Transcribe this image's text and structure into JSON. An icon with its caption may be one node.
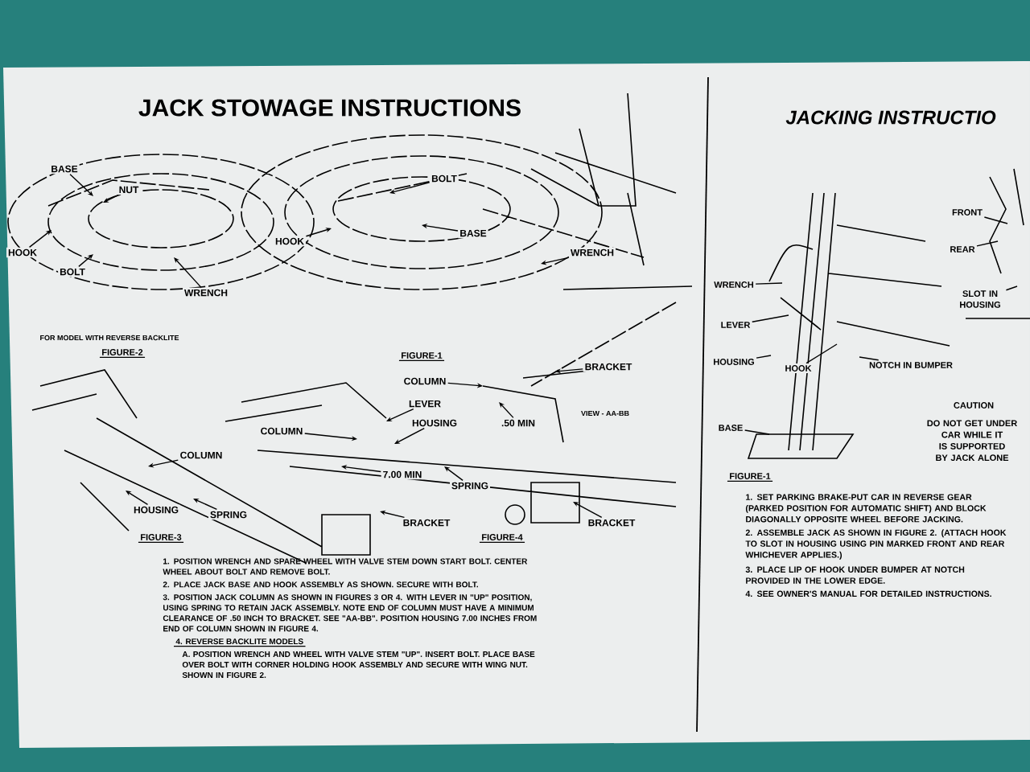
{
  "diagram": {
    "title": "JACK STOWAGE INSTRUCTIONS",
    "nodes": [
      {
        "text": [
          "BASE"
        ]
      },
      {
        "text": [
          "NUT"
        ]
      },
      {
        "text": [
          "HOOK"
        ]
      },
      {
        "text": [
          "BOLT"
        ]
      },
      {
        "text": [
          "WRENCH"
        ]
      },
      {
        "text": [
          "BOLT"
        ]
      },
      {
        "text": [
          "HOOK"
        ]
      },
      {
        "text": [
          "BASE"
        ]
      },
      {
        "text": [
          "WRENCH"
        ]
      },
      {
        "text": [
          "COLUMN"
        ]
      },
      {
        "text": [
          "BRACKET"
        ]
      },
      {
        "text": [
          "LEVER"
        ]
      },
      {
        "text": [
          "HOUSING"
        ]
      },
      {
        "text": [
          "COLUMN"
        ]
      },
      {
        "text": [
          ".50 MIN"
        ]
      },
      {
        "text": [
          "COLUMN"
        ]
      },
      {
        "text": [
          "7.00 MIN"
        ]
      },
      {
        "text": [
          "SPRING"
        ]
      },
      {
        "text": [
          "HOUSING"
        ]
      },
      {
        "text": [
          "SPRING"
        ]
      },
      {
        "text": [
          "BRACKET"
        ]
      },
      {
        "text": [
          "BRACKET"
        ]
      },
      {
        "text": [
          "WRENCH"
        ]
      },
      {
        "text": [
          "LEVER"
        ]
      },
      {
        "text": [
          "HOUSING"
        ]
      },
      {
        "text": [
          "HOOK"
        ]
      },
      {
        "text": [
          "NOTCH IN BUMPER"
        ]
      },
      {
        "text": [
          "FRONT"
        ]
      },
      {
        "text": [
          "REAR"
        ]
      },
      {
        "text": [
          "SLOT IN HOUSING"
        ]
      },
      {
        "text": [
          "BASE"
        ]
      }
    ],
    "edges": [
      {
        "from": 0,
        "to": null,
        "arrow": "to"
      },
      {
        "from": 1,
        "to": null,
        "arrow": "to"
      },
      {
        "from": 2,
        "to": null,
        "arrow": "to"
      },
      {
        "from": 3,
        "to": null,
        "arrow": "to"
      },
      {
        "from": 4,
        "to": null,
        "arrow": "to"
      },
      {
        "from": 5,
        "to": null,
        "arrow": "to"
      },
      {
        "from": 6,
        "to": null,
        "arrow": "to"
      },
      {
        "from": 7,
        "to": null,
        "arrow": "to"
      },
      {
        "from": 8,
        "to": null,
        "arrow": "to"
      },
      {
        "from": 9,
        "to": null,
        "arrow": "to"
      },
      {
        "from": 10,
        "to": null,
        "arrow": "to"
      },
      {
        "from": 11,
        "to": null,
        "arrow": "to"
      },
      {
        "from": 12,
        "to": null,
        "arrow": "to"
      },
      {
        "from": 13,
        "to": null,
        "arrow": "to"
      },
      {
        "from": 14,
        "to": null,
        "arrow": "to"
      },
      {
        "from": 15,
        "to": null,
        "arrow": "to"
      },
      {
        "from": 16,
        "to": null,
        "arrow": "to"
      },
      {
        "from": 17,
        "to": null,
        "arrow": "to"
      },
      {
        "from": 18,
        "to": null,
        "arrow": "to"
      },
      {
        "from": 19,
        "to": null,
        "arrow": "to"
      },
      {
        "from": 20,
        "to": null,
        "arrow": "to"
      },
      {
        "from": 21,
        "to": null,
        "arrow": "to"
      },
      {
        "from": 22,
        "to": null,
        "arrow": "none"
      },
      {
        "from": 23,
        "to": null,
        "arrow": "none"
      },
      {
        "from": 24,
        "to": null,
        "arrow": "none"
      },
      {
        "from": 25,
        "to": null,
        "arrow": "none"
      },
      {
        "from": 26,
        "to": null,
        "arrow": "none"
      },
      {
        "from": 27,
        "to": null,
        "arrow": "none"
      },
      {
        "from": 28,
        "to": null,
        "arrow": "none"
      },
      {
        "from": 29,
        "to": null,
        "arrow": "none"
      },
      {
        "from": 30,
        "to": null,
        "arrow": "none"
      }
    ],
    "labels": [
      "FOR MODEL WITH REVERSE BACKLITE",
      "FIGURE-2",
      "FIGURE-1",
      "VIEW - AA-BB",
      "FIGURE-3",
      "FIGURE-4",
      "1. POSITION WRENCH AND SPARE WHEEL WITH VALVE STEM DOWN START BOLT. CENTER WHEEL ABOUT BOLT AND REMOVE BOLT.",
      "2. PLACE JACK BASE AND HOOK ASSEMBLY AS SHOWN. SECURE WITH BOLT.",
      "3. POSITION JACK COLUMN AS SHOWN IN FIGURES 3 OR 4. WITH LEVER IN \"UP\" POSITION, USING SPRING TO RETAIN JACK ASSEMBLY. NOTE END OF COLUMN MUST HAVE A MINIMUM CLEARANCE OF .50 INCH TO BRACKET. SEE \"AA-BB\". POSITION HOUSING 7.00 INCHES FROM END OF COLUMN SHOWN IN FIGURE 4.",
      "4. REVERSE BACKLITE MODELS",
      "A. POSITION WRENCH AND WHEEL WITH VALVE STEM \"UP\". INSERT BOLT. PLACE BASE OVER BOLT WITH CORNER HOLDING HOOK ASSEMBLY AND SECURE WITH WING NUT. SHOWN IN FIGURE 2.",
      "JACKING INSTRUCTIO",
      "CAUTION",
      "DO NOT GET UNDER CAR WHILE IT IS SUPPORTED BY JACK ALONE",
      "FIGURE-1",
      "1. SET PARKING BRAKE-PUT CAR IN REVERSE GEAR (PARKED POSITION FOR AUTOMATIC SHIFT) AND BLOCK DIAGONALLY OPPOSITE WHEEL BEFORE JACKING.",
      "2. ASSEMBLE JACK AS SHOWN IN FIGURE 2. (ATTACH HOOK TO SLOT IN HOUSING USING PIN MARKED FRONT AND REAR WHICHEVER APPLIES.)",
      "3. PLACE LIP OF HOOK UNDER BUMPER AT NOTCH PROVIDED IN THE LOWER EDGE.",
      "4. SEE OWNER'S MANUAL FOR DETAILED INSTRUCTIONS."
    ]
  }
}
